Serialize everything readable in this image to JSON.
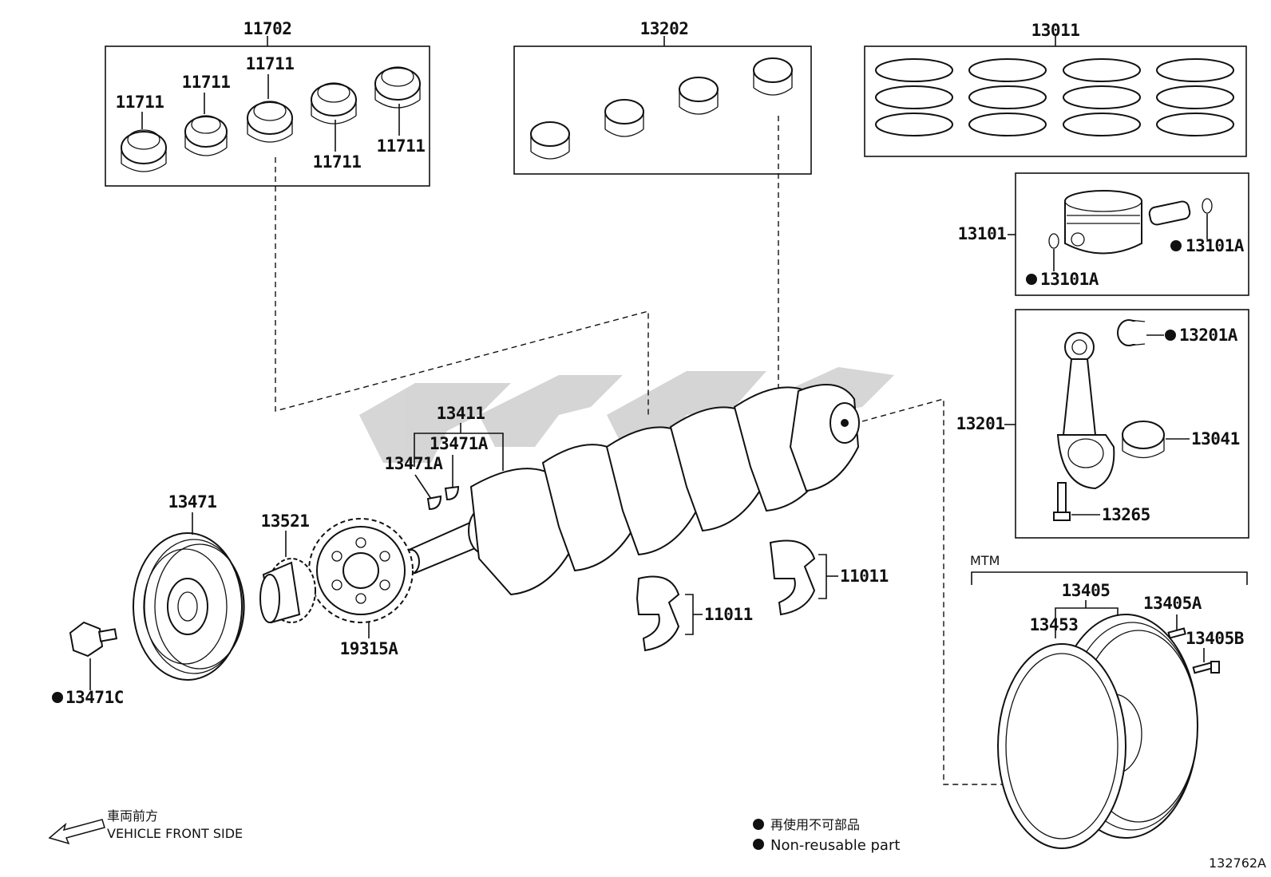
{
  "diagram": {
    "group_labels": {
      "bearing_set": "11702",
      "rod_bearing_set": "13202",
      "piston_ring_set": "13011",
      "ring_gear_set": "13405"
    },
    "labels": {
      "b1": "11711",
      "b2": "11711",
      "b3": "11711",
      "b4": "11711",
      "b5": "11711",
      "piston": "13101",
      "piston_clip_a": "13101A",
      "piston_clip_b": "13101A",
      "conrod": "13201",
      "conrod_bush": "13201A",
      "conrod_bearing": "13041",
      "conrod_bolt": "13265",
      "woodruff_group": "13411",
      "key_a": "13471A",
      "key_b": "13471A",
      "pulley": "13471",
      "sprocket": "13521",
      "timing_gear": "19315A",
      "pulley_bolt": "13471C",
      "thrust_a": "11011",
      "thrust_b": "11011",
      "mtm": "MTM",
      "ring_gear": "13453",
      "flywheel_pin": "13405A",
      "flywheel_bolt": "13405B"
    },
    "direction_jp": "車両前方",
    "direction_en": "VEHICLE FRONT SIDE",
    "legend_jp": "再使用不可部品",
    "legend_en": "Non-reusable part",
    "figure_id": "132762A",
    "watermark": "VW"
  }
}
